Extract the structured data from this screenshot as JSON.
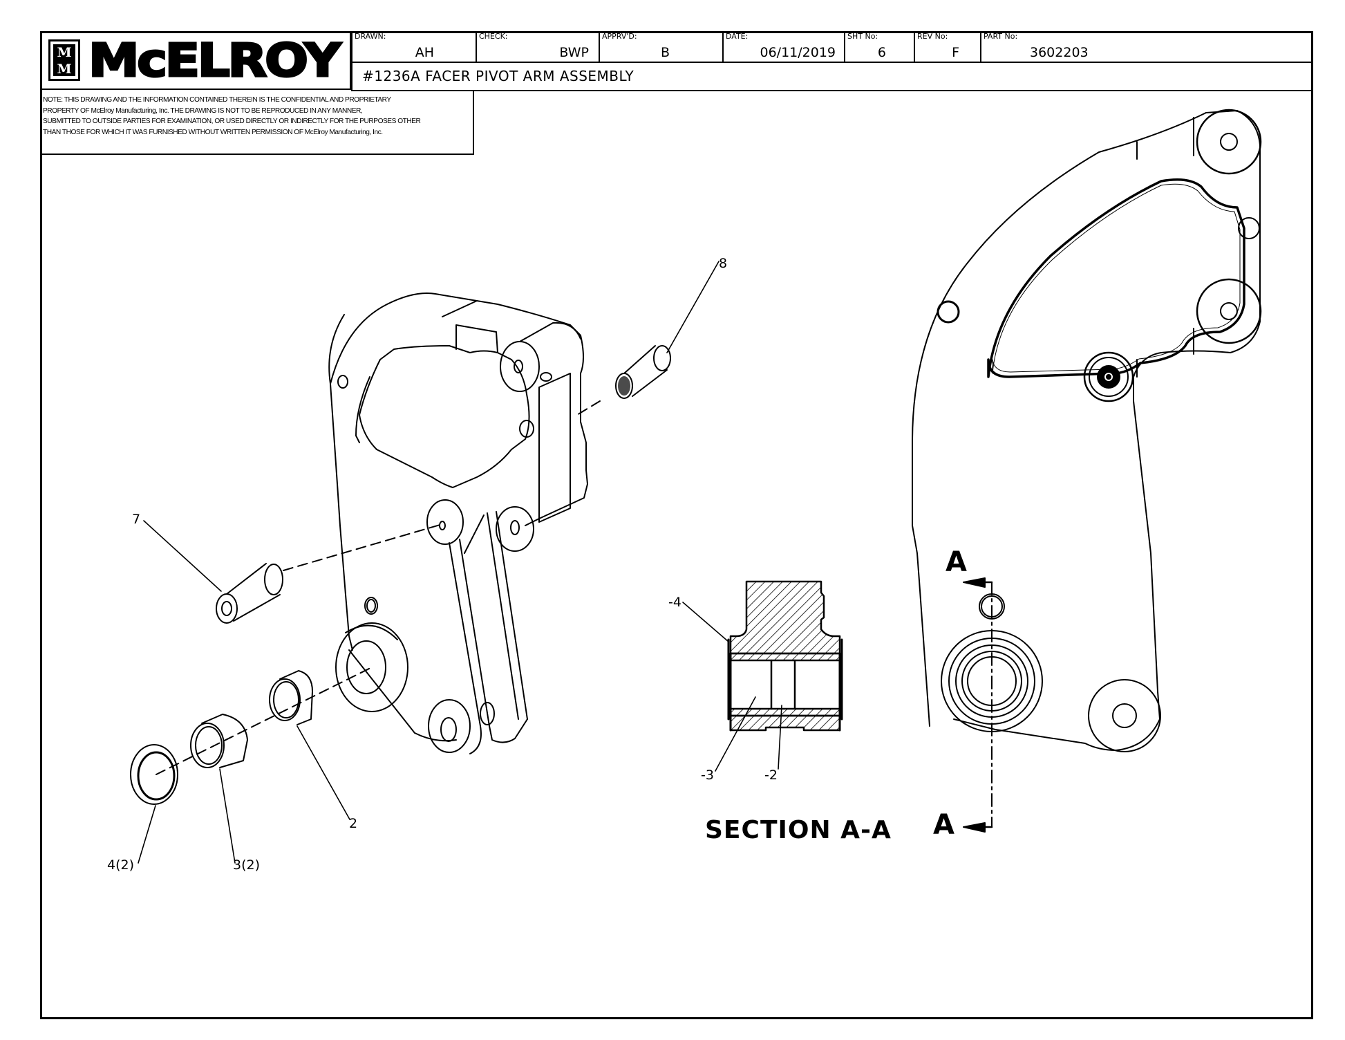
{
  "title_block": {
    "company": "McELROY",
    "logo_mark": "M M",
    "fields": [
      {
        "label": "DRAWN:",
        "value": "AH"
      },
      {
        "label": "CHECK:",
        "value": "BWP"
      },
      {
        "label": "APPRV'D:",
        "value": "B"
      },
      {
        "label": "DATE:",
        "value": "06/11/2019"
      },
      {
        "label": "SHT No:",
        "value": "6"
      },
      {
        "label": "REV No:",
        "value": "F"
      },
      {
        "label": "PART No:",
        "value": "3602203"
      }
    ],
    "drawing_title": "#1236A FACER PIVOT ARM ASSEMBLY"
  },
  "note": {
    "lines": [
      "NOTE: THIS DRAWING AND THE INFORMATION CONTAINED THEREIN IS THE CONFIDENTIAL AND PROPRIETARY",
      "PROPERTY OF McElroy Manufacturing, Inc. THE DRAWING IS NOT TO BE REPRODUCED IN ANY MANNER,",
      "SUBMITTED TO OUTSIDE PARTIES FOR EXAMINATION, OR USED DIRECTLY OR INDIRECTLY FOR THE PURPOSES OTHER",
      "THAN THOSE FOR WHICH IT WAS FURNISHED WITHOUT WRITTEN PERMISSION OF McElroy Manufacturing, Inc."
    ]
  },
  "balloons": {
    "item_8": "8",
    "item_7": "7",
    "item_2": "2",
    "item_3": "3(2)",
    "item_4": "4(2)"
  },
  "section": {
    "title": "SECTION A-A",
    "cut_label": "A",
    "callouts": [
      "-4",
      "-3",
      "-2"
    ]
  }
}
